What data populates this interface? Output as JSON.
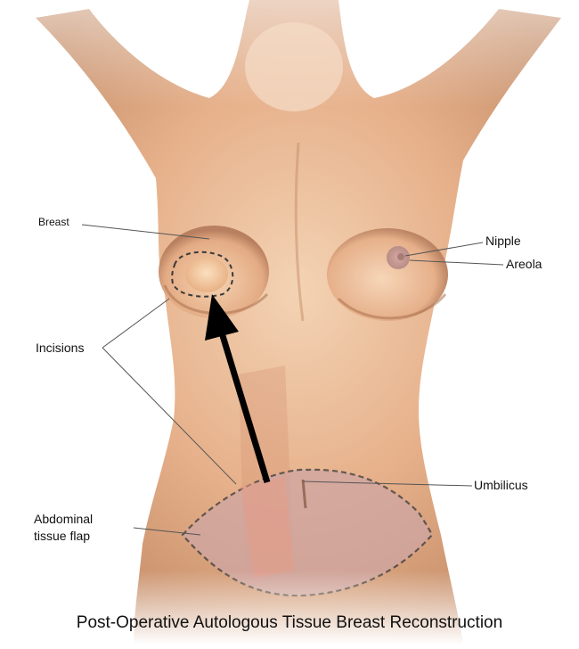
{
  "labels": {
    "breast": "Breast",
    "nipple": "Nipple",
    "areola": "Areola",
    "incisions": "Incisions",
    "umbilicus": "Umbilicus",
    "flap_line1": "Abdominal",
    "flap_line2": "tissue flap"
  },
  "caption": "Post-Operative Autologous Tissue Breast Reconstruction",
  "colors": {
    "skin_light": "#f1cfb0",
    "skin_mid": "#e0a982",
    "skin_shadow": "#b98562",
    "flap_fill": "#cfa6a4",
    "incision_stroke": "#3a3a3a",
    "arrow": "#000000",
    "leader_line": "#555555"
  }
}
